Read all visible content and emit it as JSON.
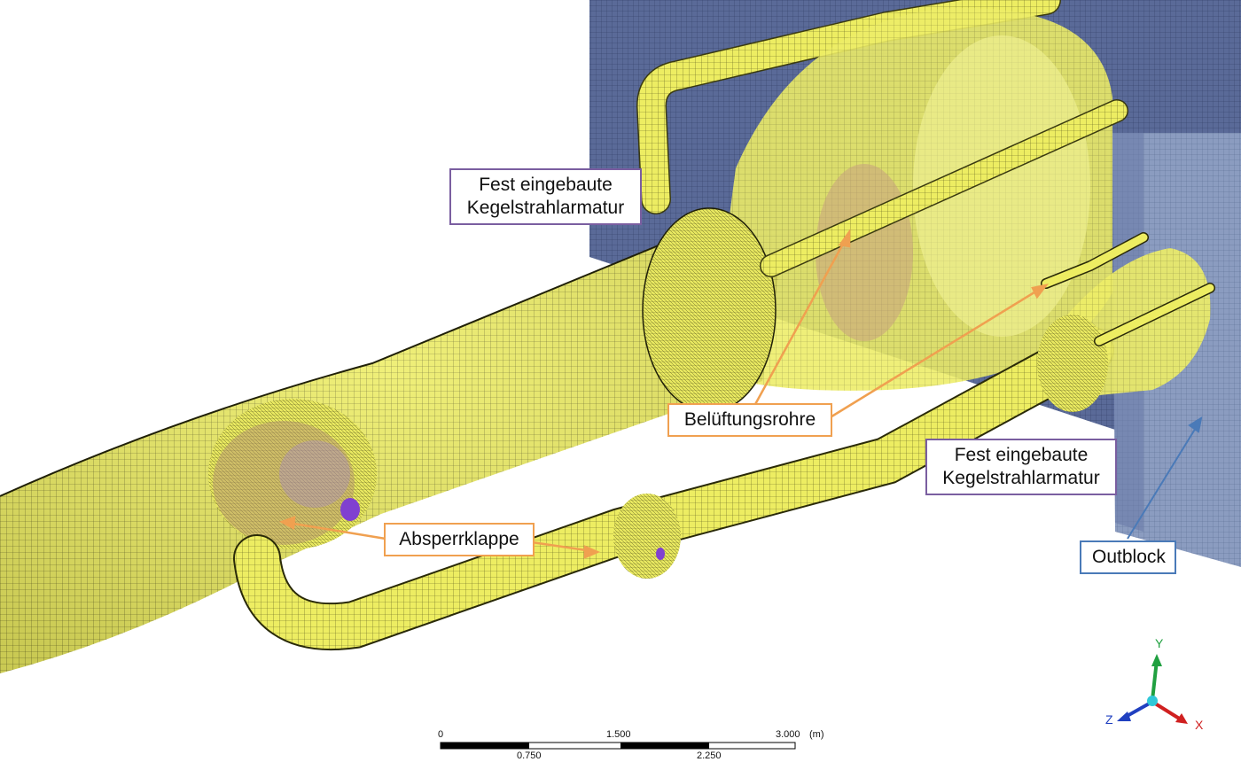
{
  "callouts": {
    "kegel_top": {
      "line1": "Fest eingebaute",
      "line2": "Kegelstrahlarmatur"
    },
    "kegel_right": {
      "line1": "Fest eingebaute",
      "line2": "Kegelstrahlarmatur"
    },
    "belueftung": "Belüftungsrohre",
    "absperrklappe": "Absperrklappe",
    "outblock": "Outblock"
  },
  "scale_bar": {
    "top_labels": [
      "0",
      "1.500",
      "3.000"
    ],
    "unit": "(m)",
    "bottom_labels": [
      "0.750",
      "2.250"
    ]
  },
  "axis_triad": {
    "y": "Y",
    "z": "Z",
    "x": "X"
  },
  "colors": {
    "mesh_yellow": "#f0f060",
    "block_blue": "#4f5f8f",
    "callout_purple": "#7a5ea0",
    "callout_orange": "#f0a050",
    "callout_blue": "#4a7ab8",
    "axis_y": "#20a040",
    "axis_z": "#2040c0",
    "axis_x": "#d02020"
  }
}
